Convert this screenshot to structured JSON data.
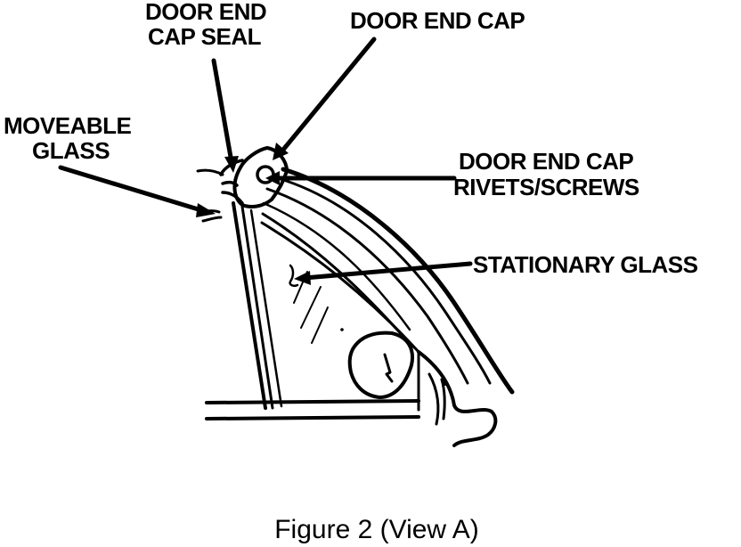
{
  "labels": {
    "door_end_cap_seal_line1": "DOOR END",
    "door_end_cap_seal_line2": "CAP SEAL",
    "door_end_cap": "DOOR END CAP",
    "moveable_glass_line1": "MOVEABLE",
    "moveable_glass_line2": "GLASS",
    "rivets_line1": "DOOR END CAP",
    "rivets_line2": "RIVETS/SCREWS",
    "stationary_glass": "STATIONARY GLASS"
  },
  "caption": "Figure 2 (View A)",
  "colors": {
    "ink": "#000000",
    "background": "#ffffff"
  }
}
